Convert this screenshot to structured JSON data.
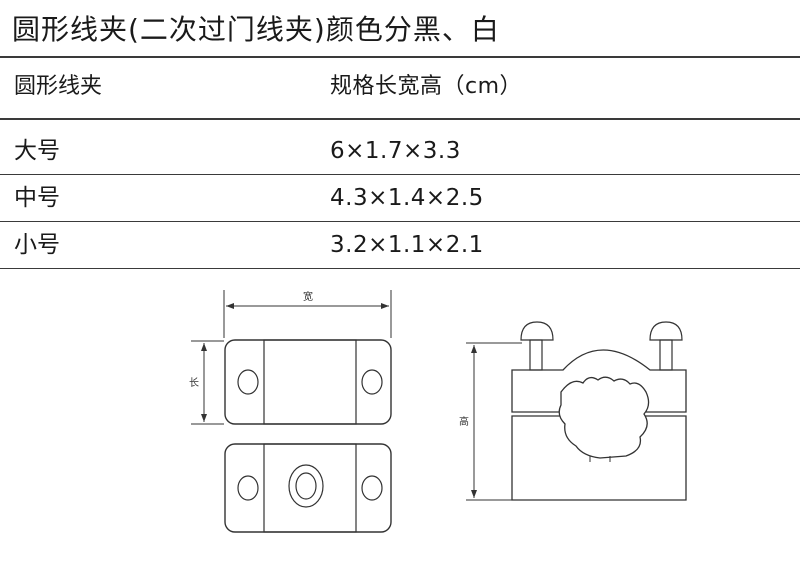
{
  "title": "圆形线夹(二次过门线夹)颜色分黑、白",
  "table": {
    "headers": [
      "圆形线夹",
      "规格长宽高（cm）"
    ],
    "rows": [
      {
        "name": "大号",
        "spec": "6×1.7×3.3"
      },
      {
        "name": "中号",
        "spec": "4.3×1.4×2.5"
      },
      {
        "name": "小号",
        "spec": "3.2×1.1×2.1"
      }
    ]
  },
  "diagram": {
    "width_label": "宽",
    "length_label": "长",
    "height_label": "高"
  }
}
